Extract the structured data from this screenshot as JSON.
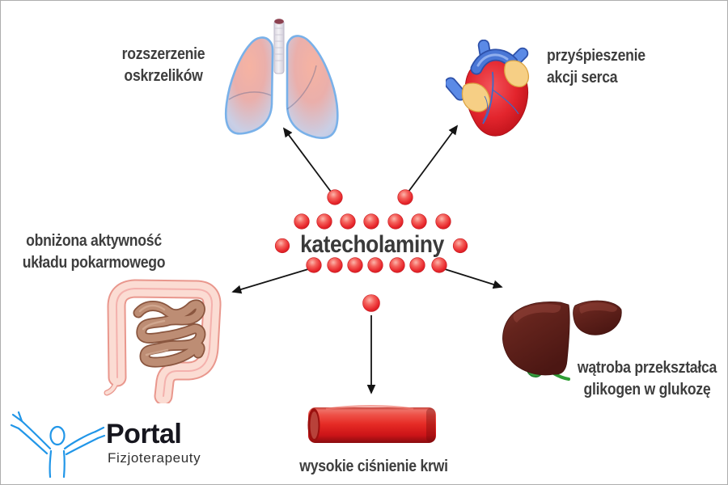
{
  "page": {
    "background": "#ffffff",
    "border_color": "#adadad"
  },
  "diagram": {
    "title": "katecholaminy",
    "title_color": "#3a3a3a",
    "label_color": "#3e3e3e",
    "molecule_color": "#e8262c",
    "arrow_color": "#141414",
    "effects": [
      {
        "organ": "lungs",
        "line1": "rozszerzenie",
        "line2": "oskrzelików"
      },
      {
        "organ": "heart",
        "line1": "przyśpieszenie",
        "line2": "akcji serca"
      },
      {
        "organ": "digestive-system",
        "line1": "obniżona aktywność",
        "line2": "układu pokarmowego"
      },
      {
        "organ": "liver",
        "line1": "wątroba przekształca",
        "line2": "glikogen w glukozę"
      },
      {
        "organ": "blood-vessel",
        "line1": "wysokie ciśnienie krwi"
      }
    ],
    "organ_colors": {
      "lungs_outline": "#79b1e9",
      "heart_body": "#e3252d",
      "heart_vessels": "#5b8ae6",
      "intestine_colon": "#fbdcd3",
      "intestine_small": "#bd8d74",
      "liver_body": "#5c1f18",
      "gallbladder": "#2e9639",
      "vessel_red": "#e52a24"
    }
  },
  "logo": {
    "title": "Portal",
    "subtitle": "Fizjoterapeuty",
    "accent_color": "#2196e8"
  }
}
